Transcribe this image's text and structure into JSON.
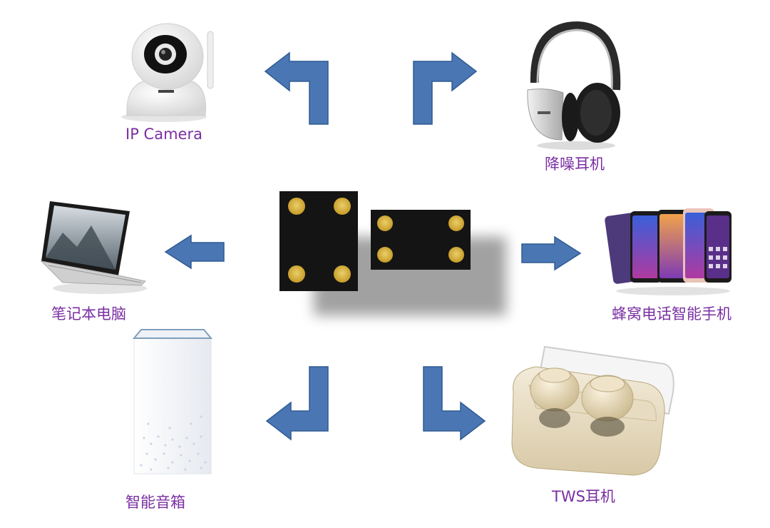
{
  "labels": {
    "ip_camera": "IP Camera",
    "headphones": "降噪耳机",
    "laptop": "笔记本电脑",
    "smartphone": "蜂窝电话智能手机",
    "smart_speaker": "智能音箱",
    "tws": "TWS耳机"
  },
  "colors": {
    "arrow_fill": "#4a77b4",
    "arrow_stroke": "#2f5a92",
    "label_text": "#7a2fa3",
    "chip_body": "#141414",
    "chip_pad": "#d8b23a"
  },
  "icons": [
    "ip-camera-icon",
    "headphones-icon",
    "laptop-icon",
    "smartphones-icon",
    "smart-speaker-icon",
    "tws-earbuds-icon",
    "mems-microphone-chip-icon"
  ]
}
